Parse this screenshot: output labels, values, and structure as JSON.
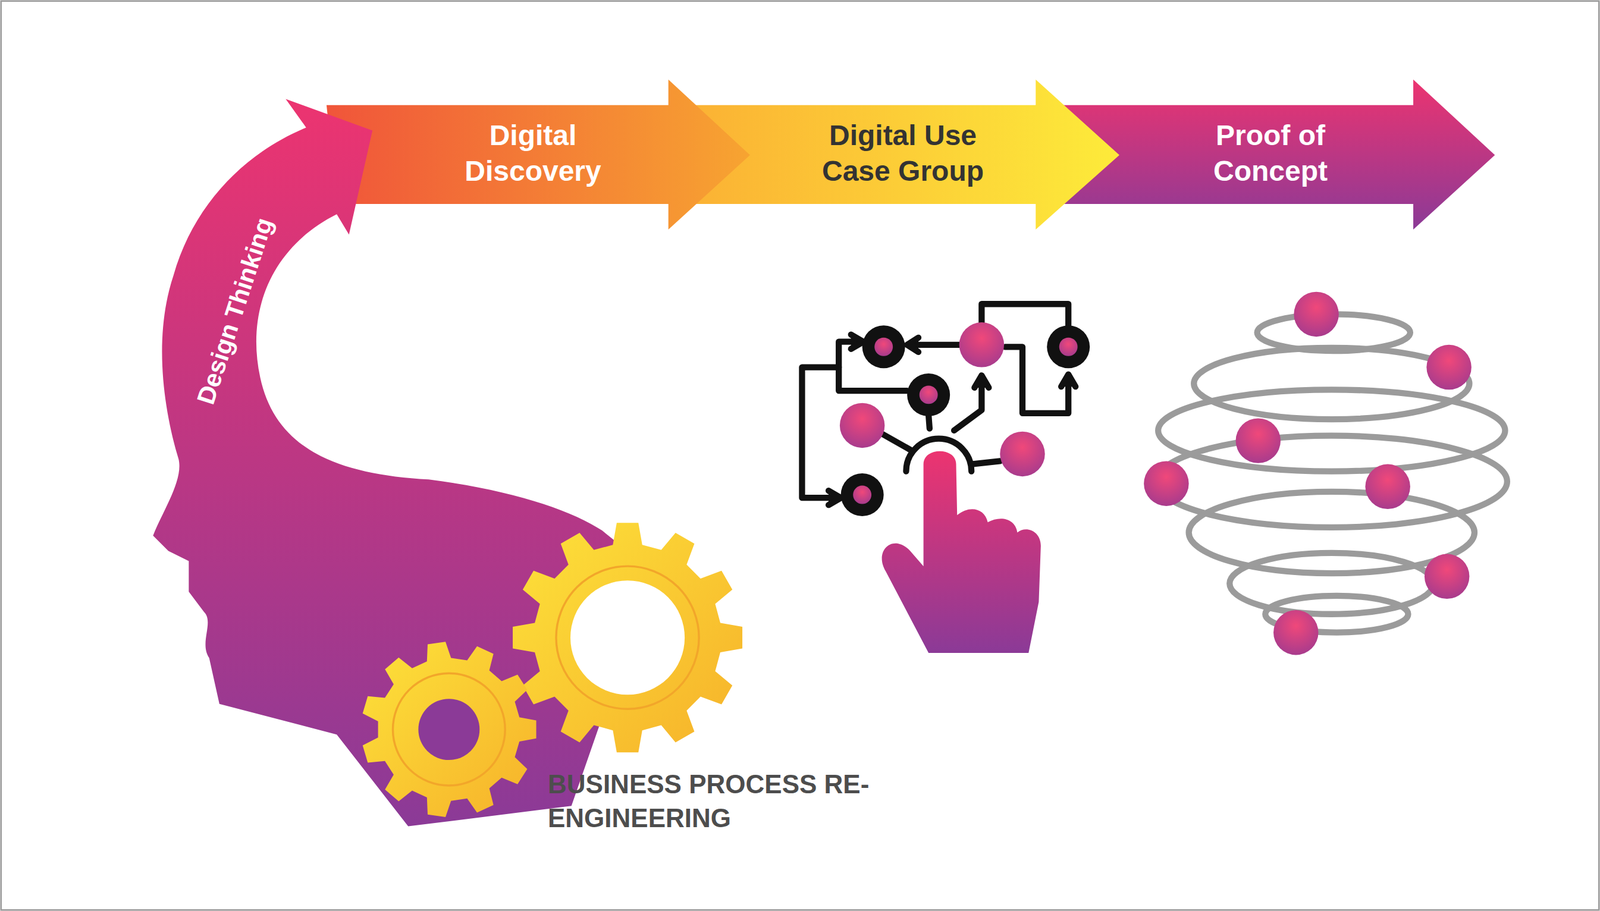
{
  "diagram": {
    "nodes": [
      {
        "text": [
          "Design Thinking"
        ]
      },
      {
        "text": [
          "Digital Discovery"
        ]
      },
      {
        "text": [
          "Digital Use Case Group"
        ]
      },
      {
        "text": [
          "Proof of Concept"
        ]
      }
    ],
    "labels": [
      "BUSINESS PROCESS RE-ENGINEERING"
    ]
  }
}
